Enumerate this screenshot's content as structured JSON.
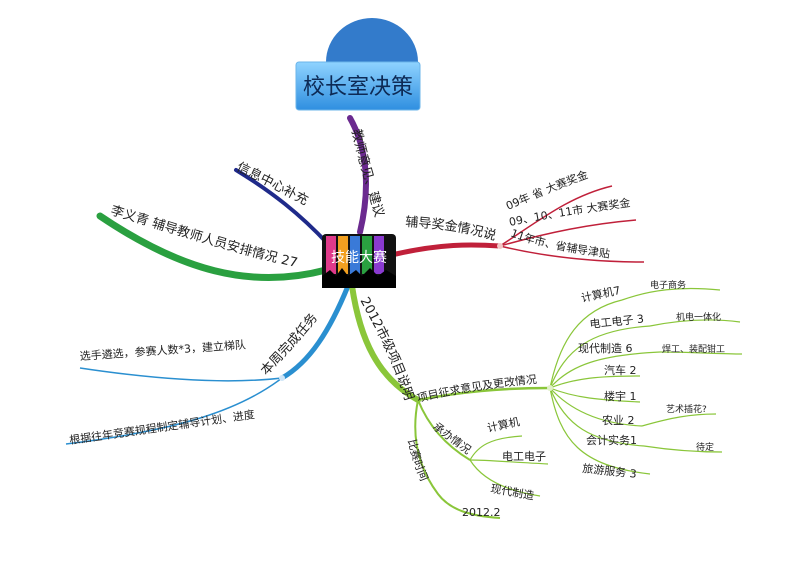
{
  "central": {
    "label": "技能大赛"
  },
  "top_card": {
    "label": "校长室决策"
  },
  "branches": {
    "purple": {
      "label": "教师意见、建议",
      "color": "#6b2a8f"
    },
    "navy": {
      "label": "信息中心补充",
      "color": "#1f2a8a"
    },
    "green_left": {
      "label": "李义青 辅导教师人员安排情况 27",
      "color": "#2aa040"
    },
    "red": {
      "label": "辅导奖金情况说明",
      "color": "#c0203a",
      "children": [
        "09年 省 大赛奖金",
        "09、10、11市 大赛奖金",
        "11年市、省辅导津贴"
      ]
    },
    "blue": {
      "label": "本周完成任务",
      "color": "#2a8fd0",
      "children": [
        "选手遴选，参赛人数*3，建立梯队",
        "根据往年竞赛规程制定辅导计划、进度"
      ]
    },
    "lime": {
      "label": "2012市级项目说明",
      "color": "#8ac63a",
      "subs": {
        "opinion": {
          "label": "项目征求意见及更改情况",
          "items": [
            {
              "label": "计算机7",
              "note": "电子商务"
            },
            {
              "label": "电工电子 3",
              "note": "机电一体化"
            },
            {
              "label": "现代制造 6",
              "note": "焊工、装配钳工"
            },
            {
              "label": "汽车 2",
              "note": ""
            },
            {
              "label": "楼宇 1",
              "note": ""
            },
            {
              "label": "农业 2",
              "note": "艺术插花?"
            },
            {
              "label": "会计实务1",
              "note": "待定"
            },
            {
              "label": "旅游服务 3",
              "note": ""
            }
          ]
        },
        "host": {
          "label": "承办情况",
          "items": [
            "计算机",
            "电工电子",
            "现代制造"
          ]
        },
        "time": {
          "label": "比赛时间",
          "items": [
            "2012.2"
          ]
        }
      }
    }
  }
}
